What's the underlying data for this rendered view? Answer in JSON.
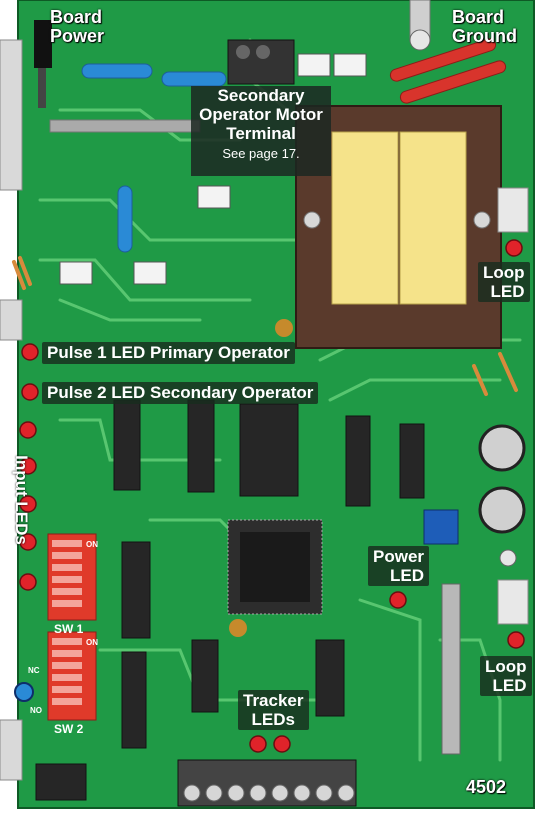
{
  "labels": {
    "board_power": [
      "Board",
      "Power"
    ],
    "board_ground": [
      "Board",
      "Ground"
    ],
    "secondary_terminal": [
      "Secondary",
      "Operator Motor",
      "Terminal"
    ],
    "see_page": "See page 17.",
    "loop_led_top": [
      "Loop",
      "LED"
    ],
    "pulse1": "Pulse 1 LED Primary Operator",
    "pulse2": "Pulse 2 LED Secondary Operator",
    "input_leds": "Input LEDs",
    "power_led": [
      "Power",
      "LED"
    ],
    "sw1": "SW 1",
    "sw2": "SW 2",
    "nc": "NC",
    "no": "NO",
    "tracker_leds": [
      "Tracker",
      "LEDs"
    ],
    "loop_led_bottom": [
      "Loop",
      "LED"
    ],
    "model": "4502",
    "dip_on": "ON"
  },
  "colors": {
    "pcb": "#1f9a46",
    "trace": "#58c670",
    "transformer_core": "#5a3a2c",
    "coil": "#f5e38a",
    "led": "#e0232a",
    "dip_red": "#e03a2a",
    "label_bg": "#1c2822"
  }
}
